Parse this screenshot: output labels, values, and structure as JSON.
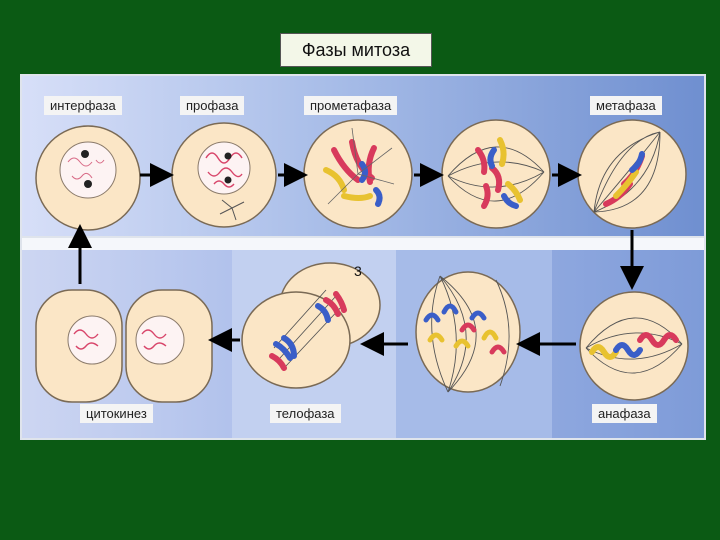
{
  "title": "Фазы митоза",
  "phases": {
    "interphase": "интерфаза",
    "prophase": "профаза",
    "prometaphase": "прометафаза",
    "metaphase": "метафаза",
    "anaphase": "анафаза",
    "telophase": "телофаза",
    "cytokinesis": "цитокинез"
  },
  "marker": "3",
  "colors": {
    "background": "#0b5a14",
    "cell": "#fbe6c6",
    "cell_border": "#7a6a55",
    "chromosome_red": "#d83a5c",
    "chromosome_blue": "#3a5ec8",
    "chromosome_yellow": "#e8c230"
  }
}
